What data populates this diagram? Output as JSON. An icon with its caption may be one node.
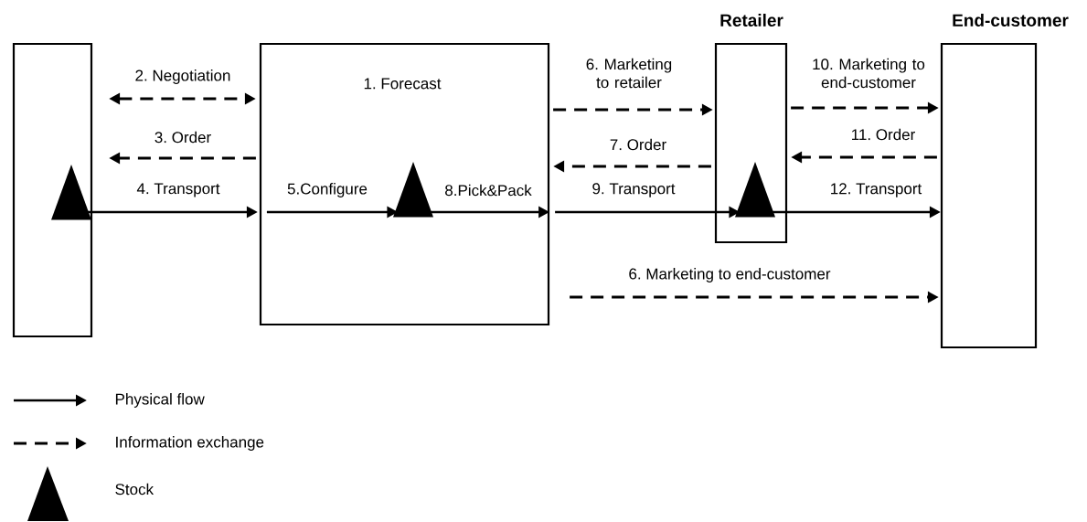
{
  "diagram": {
    "nodes": [
      {
        "text": [],
        "shape": "box"
      },
      {
        "text": [
          "1. Forecast"
        ]
      },
      {
        "text": [
          "Retailer"
        ]
      },
      {
        "text": [
          "End-customer"
        ]
      },
      {
        "text": [],
        "shape": "triangle",
        "in": 0
      },
      {
        "text": [],
        "shape": "triangle",
        "in": 1
      },
      {
        "text": [],
        "shape": "triangle",
        "in": 2
      }
    ],
    "edges": [
      {
        "from": 0,
        "to": 1,
        "arrow": "both",
        "style": "dashed",
        "label": "2. Negotiation"
      },
      {
        "from": 1,
        "to": 0,
        "arrow": "to",
        "style": "dashed",
        "label": "3. Order"
      },
      {
        "from": 4,
        "to": 1,
        "arrow": "to",
        "label": "4. Transport"
      },
      {
        "from": 1,
        "to": 5,
        "arrow": "to",
        "label": "5.Configure"
      },
      {
        "from": 5,
        "to": 1,
        "arrow": "to",
        "label": "8.Pick&Pack"
      },
      {
        "from": 1,
        "to": 2,
        "arrow": "to",
        "style": "dashed",
        "label": "6. Marketing to retailer"
      },
      {
        "from": 2,
        "to": 1,
        "arrow": "to",
        "style": "dashed",
        "label": "7. Order"
      },
      {
        "from": 1,
        "to": 6,
        "arrow": "to",
        "label": "9. Transport"
      },
      {
        "from": 2,
        "to": 3,
        "arrow": "to",
        "style": "dashed",
        "label": "10. Marketing to end-customer"
      },
      {
        "from": 3,
        "to": 2,
        "arrow": "to",
        "style": "dashed",
        "label": "11. Order"
      },
      {
        "from": 6,
        "to": 3,
        "arrow": "to",
        "label": "12. Transport"
      },
      {
        "from": 1,
        "to": 3,
        "arrow": "to",
        "style": "dashed",
        "label": "6. Marketing to end-customer"
      }
    ],
    "legend": [
      {
        "text": "Physical flow"
      },
      {
        "text": "Information exchange"
      },
      {
        "text": "Stock"
      }
    ]
  }
}
